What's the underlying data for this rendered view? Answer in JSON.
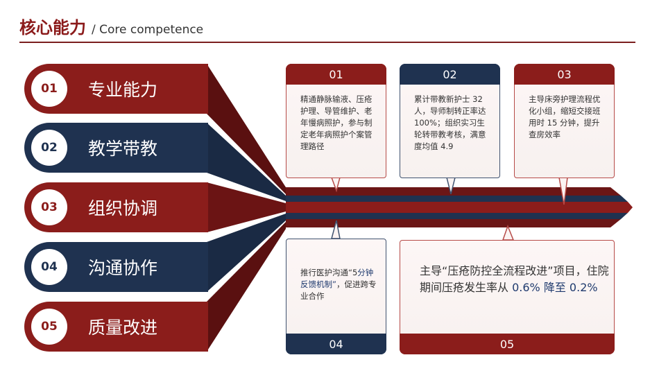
{
  "header": {
    "title": "核心能力",
    "subtitle": "/ Core competence"
  },
  "tabs": [
    {
      "num": "01",
      "label": "专业能力",
      "color": "#8b1d1b"
    },
    {
      "num": "02",
      "label": "教学带教",
      "color": "#1f3250"
    },
    {
      "num": "03",
      "label": "组织协调",
      "color": "#8b1d1b"
    },
    {
      "num": "04",
      "label": "沟通协作",
      "color": "#1f3250"
    },
    {
      "num": "05",
      "label": "质量改进",
      "color": "#8b1d1b"
    }
  ],
  "cards": {
    "c01": {
      "num": "01",
      "text": "精通静脉输液、压疮护理、导管维护、老年慢病照护，参与制定老年病照护个案管理路径"
    },
    "c02": {
      "num": "02",
      "text": "累计带教新护士 32 人，导师制转正率达 100%；组织实习生轮转带教考核，满意度均值 4.9"
    },
    "c03": {
      "num": "03",
      "text": "主导床旁护理流程优化小组，缩短交接班用时 15 分钟，提升查房效率"
    },
    "c04": {
      "num": "04",
      "text_a": "推行医护沟通“5",
      "text_b": "分钟反馈机制”",
      "text_c": "，促进跨专业合作"
    },
    "c05": {
      "num": "05",
      "text_a": "主导“压疮防控全流程改进”项目，住院期间压疮发生率从",
      "text_b": "0.6% 降至 0.2%"
    }
  },
  "colors": {
    "red": "#8b1d1b",
    "navy": "#1f3250",
    "dark_red": "#5a1010"
  }
}
